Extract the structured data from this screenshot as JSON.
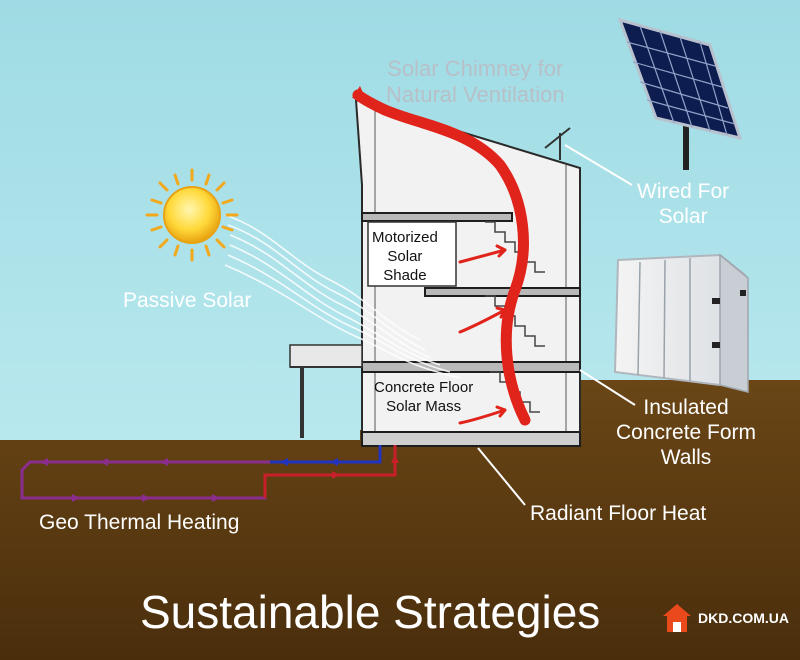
{
  "diagram": {
    "title": "Sustainable Strategies",
    "labels": {
      "chimney_line1": "Solar Chimney for",
      "chimney_line2": "Natural Ventilation",
      "wired_line1": "Wired For",
      "wired_line2": "Solar",
      "passive_solar": "Passive Solar",
      "shade_line1": "Motorized",
      "shade_line2": "Solar",
      "shade_line3": "Shade",
      "floor_line1": "Concrete Floor",
      "floor_line2": "Solar Mass",
      "icf_line1": "Insulated",
      "icf_line2": "Concrete Form",
      "icf_line3": "Walls",
      "geo": "Geo Thermal Heating",
      "radiant": "Radiant Floor Heat"
    },
    "watermark": "DKD.COM.UA"
  },
  "colors": {
    "sky": "#a6dfe7",
    "ground": "#5b3b12",
    "chimney_red": "#e0241b",
    "pipe_blue": "#2233c0",
    "pipe_red": "#c8202a",
    "pipe_purple": "#8a2d8e"
  }
}
